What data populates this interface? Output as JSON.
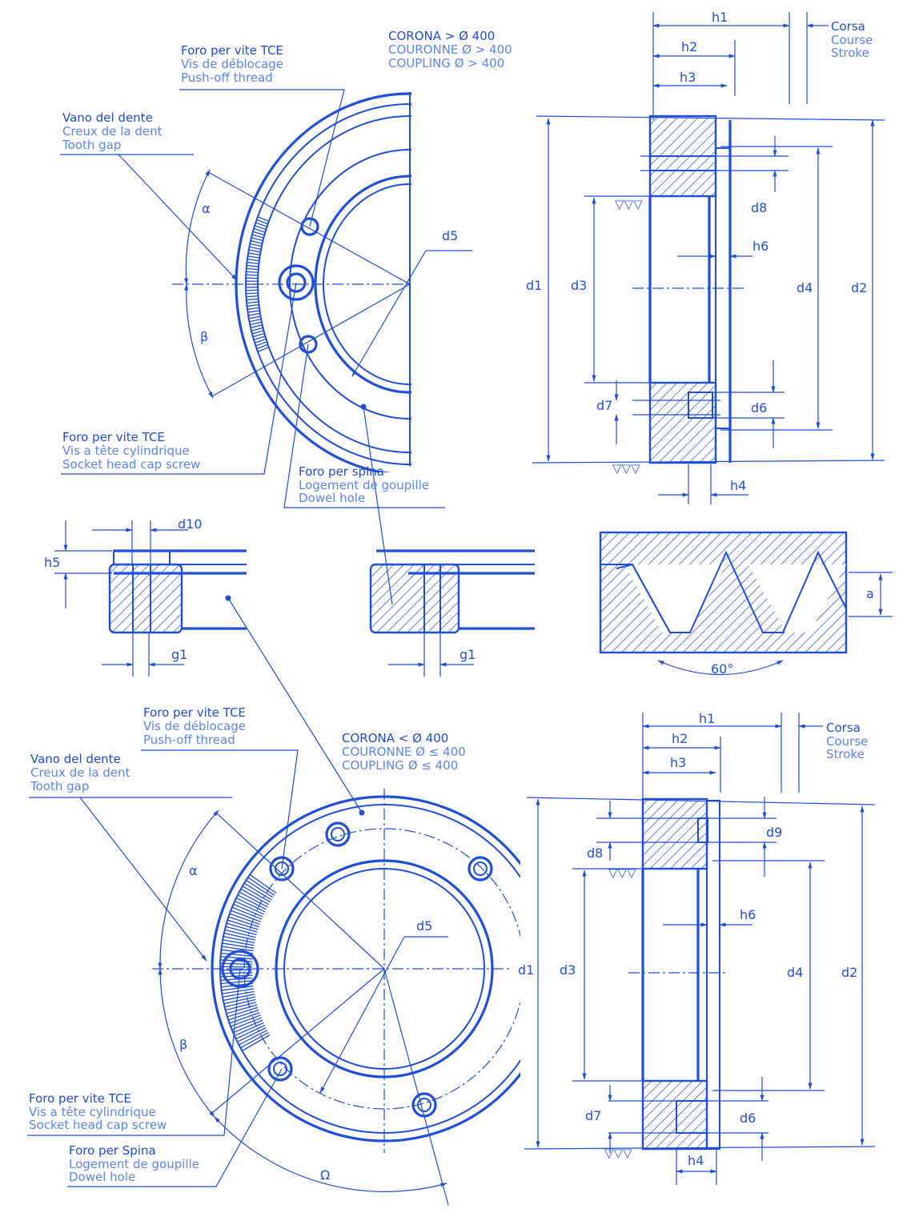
{
  "top_view": {
    "title": [
      "CORONA > Ø 400",
      "COURONNE Ø > 400",
      "COUPLING Ø > 400"
    ],
    "push_off": [
      "Foro per vite TCE",
      "Vis de déblocage",
      "Push-off thread"
    ],
    "tooth_gap": [
      "Vano del dente",
      "Creux de la dent",
      "Tooth gap"
    ],
    "socket_screw": [
      "Foro per vite TCE",
      "Vis a tête cylindrique",
      "Socket head cap screw"
    ],
    "dowel": [
      "Foro per spina",
      "Logement de goupille",
      "Dowel hole"
    ],
    "alpha": "α",
    "beta": "β",
    "d5": "d5"
  },
  "top_side": {
    "h1": "h1",
    "h2": "h2",
    "h3": "h3",
    "stroke": [
      "Corsa",
      "Course",
      "Stroke"
    ],
    "d1": "d1",
    "d3": "d3",
    "d4": "d4",
    "d2": "d2",
    "d8": "d8",
    "h6": "h6",
    "d7": "d7",
    "d6": "d6",
    "h4": "h4"
  },
  "details": {
    "h5": "h5",
    "d10": "d10",
    "g1_left": "g1",
    "g1_mid": "g1",
    "a": "a",
    "angle": "60°"
  },
  "bottom_view": {
    "title": [
      "CORONA < Ø 400",
      "COURONNE Ø ≤ 400",
      "COUPLING Ø ≤ 400"
    ],
    "push_off": [
      "Foro per vite TCE",
      "Vis de déblocage",
      "Push-off thread"
    ],
    "tooth_gap": [
      "Vano del dente",
      "Creux de la dent",
      "Tooth gap"
    ],
    "socket_screw": [
      "Foro per vite TCE",
      "Vis a tête cylindrique",
      "Socket head cap screw"
    ],
    "dowel": [
      "Foro per Spina",
      "Logement de goupille",
      "Dowel hole"
    ],
    "alpha": "α",
    "beta": "β",
    "d5": "d5",
    "omega": "Ω"
  },
  "bottom_side": {
    "h1": "h1",
    "h2": "h2",
    "h3": "h3",
    "stroke": [
      "Corsa",
      "Course",
      "Stroke"
    ],
    "d1": "d1",
    "d3": "d3",
    "d4": "d4",
    "d2": "d2",
    "d9": "d9",
    "d8": "d8",
    "h6": "h6",
    "d7": "d7",
    "d6": "d6",
    "h4": "h4"
  },
  "colors": {
    "line": "#1f4fd6",
    "text": "#2a5ee0"
  }
}
